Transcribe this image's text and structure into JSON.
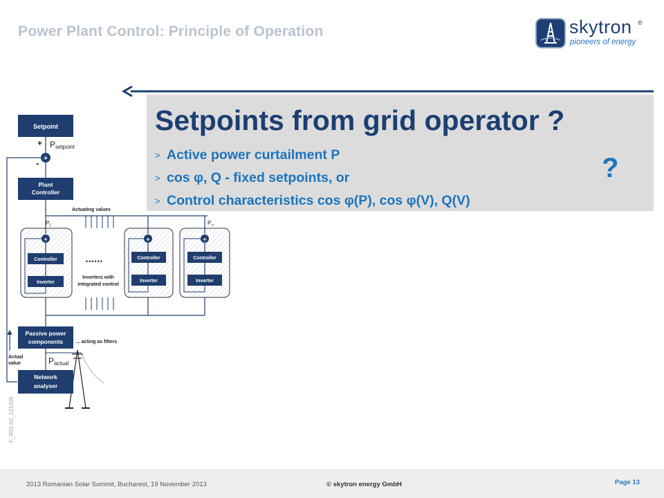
{
  "header": {
    "title": "Power Plant Control: Principle of Operation"
  },
  "logo": {
    "word": "skytron",
    "registered": "®",
    "tagline": "pioneers of energy",
    "color": "#1d3f73"
  },
  "callout": {
    "title": "Setpoints from grid operator ?",
    "bullets": [
      "Active power curtailment P",
      "cos φ, Q -  fixed setpoints, or",
      "Control characteristics cos φ(P), cos φ(V), Q(V)"
    ],
    "question": "?",
    "bullet_icon": ">",
    "title_color": "#1c3f72",
    "bullet_color": "#1c74bc",
    "bg_color": "#dcdcdc"
  },
  "diagram": {
    "setpoint": "Setpoint",
    "p_setpoint_sym": "P",
    "p_setpoint_sub": "setpoint",
    "plus": "+",
    "minus": "-",
    "plant_controller_1": "Plant",
    "plant_controller_2": "Controller",
    "actuating_values": "Actuating values",
    "p1_sym": "P",
    "p1_sub": "1",
    "pn_sym": "P",
    "pn_sub": "n",
    "controller": "Controller",
    "inverter": "Inverter",
    "dots": "••••••",
    "inverters_note_1": "Inverters with",
    "inverters_note_2": "integrated control",
    "passive_1": "Passive power",
    "passive_2": "components",
    "filters_note": "... acting as filters",
    "actual_value_1": "Actual",
    "actual_value_2": "value",
    "p_actual_sym": "P",
    "p_actual_sub": "actual",
    "network_1": "Network",
    "network_2": "analyser",
    "doc_id": "F_R01-02_121205",
    "box_color": "#1f3d6e"
  },
  "footer": {
    "event": "2013 Romanian Solar Summit, Bucharest, 19 November 2013",
    "copyright": "© skytron energy GmbH",
    "page": "Page 13"
  }
}
